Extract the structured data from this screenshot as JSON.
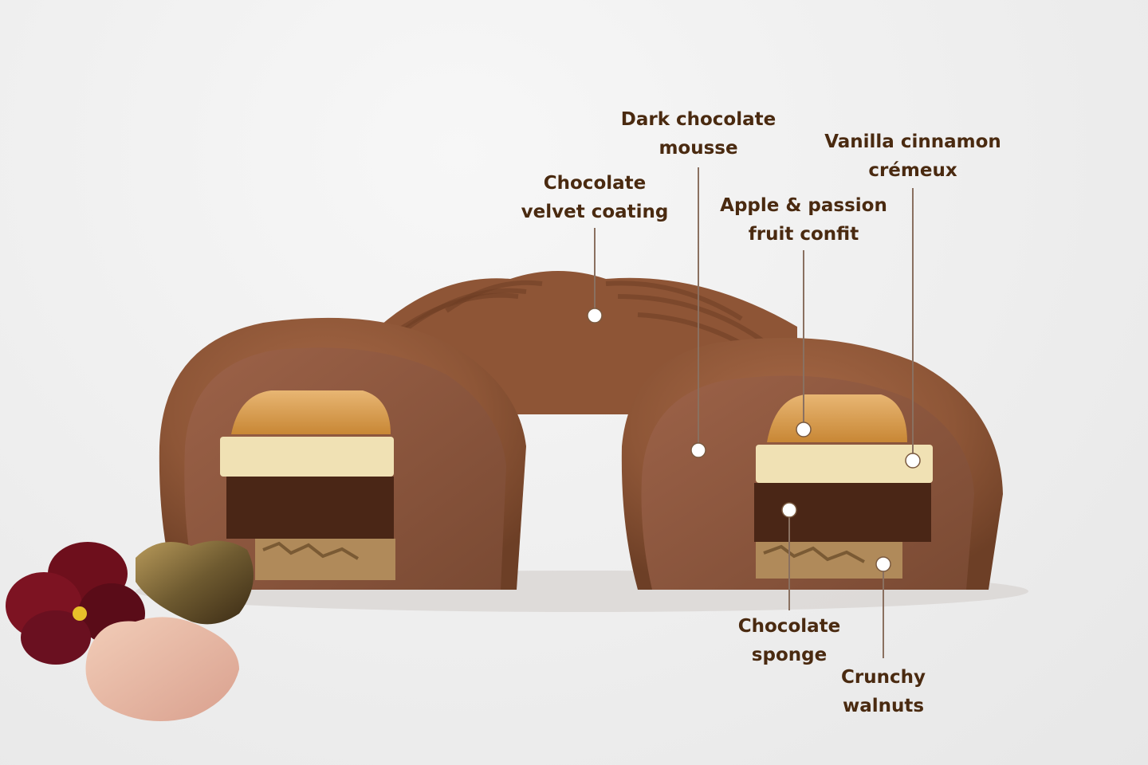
{
  "diagram": {
    "labels": [
      {
        "id": "dark-chocolate-mousse",
        "lines": [
          "Dark chocolate",
          "mousse"
        ]
      },
      {
        "id": "vanilla-cinnamon-cremeux",
        "lines": [
          "Vanilla cinnamon",
          "crémeux"
        ]
      },
      {
        "id": "chocolate-velvet-coating",
        "lines": [
          "Chocolate",
          "velvet coating"
        ]
      },
      {
        "id": "apple-passion-fruit-confit",
        "lines": [
          "Apple & passion",
          "fruit confit"
        ]
      },
      {
        "id": "chocolate-sponge",
        "lines": [
          "Chocolate",
          "sponge"
        ]
      },
      {
        "id": "crunchy-walnuts",
        "lines": [
          "Crunchy",
          "walnuts"
        ]
      }
    ]
  },
  "colors": {
    "label_text": "#4a2a10",
    "leader_line": "#8a7060",
    "marker_fill": "#ffffff"
  }
}
